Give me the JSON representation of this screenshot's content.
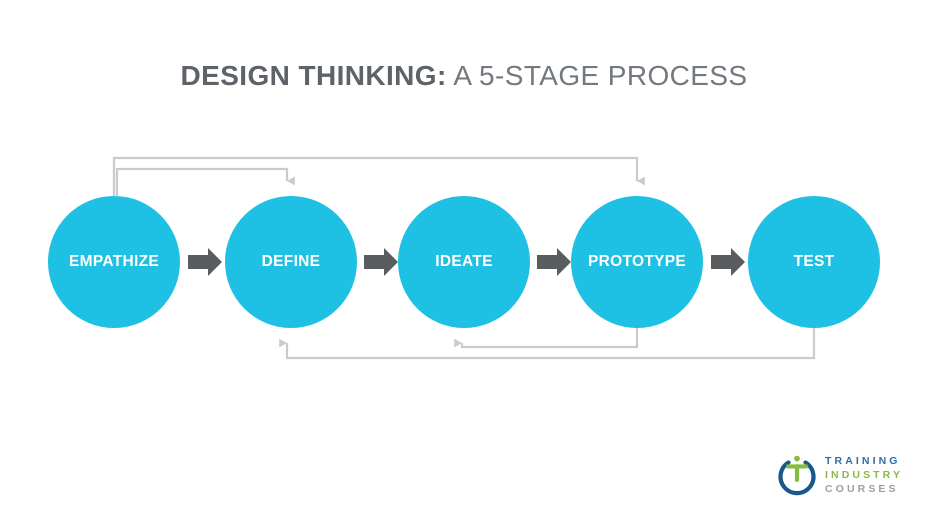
{
  "title": {
    "strong": "DESIGN THINKING:",
    "light": " A 5-STAGE PROCESS"
  },
  "colors": {
    "stage_fill": "#1ec0e4",
    "stage_text": "#ffffff",
    "arrow": "#595d5f",
    "loop_line": "#c9cbcc",
    "title_bold": "#5d6368",
    "title_light": "#73797e",
    "logo_blue": "#2e6da4",
    "logo_green": "#86bc42",
    "logo_gray": "#9aa0a6",
    "background": "#ffffff"
  },
  "stages": [
    {
      "index": 1,
      "label": "EMPATHIZE"
    },
    {
      "index": 2,
      "label": "DEFINE"
    },
    {
      "index": 3,
      "label": "IDEATE"
    },
    {
      "index": 4,
      "label": "PROTOTYPE"
    },
    {
      "index": 5,
      "label": "TEST"
    }
  ],
  "forward_arrows": [
    {
      "from": "EMPATHIZE",
      "to": "DEFINE"
    },
    {
      "from": "DEFINE",
      "to": "IDEATE"
    },
    {
      "from": "IDEATE",
      "to": "PROTOTYPE"
    },
    {
      "from": "PROTOTYPE",
      "to": "TEST"
    }
  ],
  "feedback_loops": [
    {
      "position": "top",
      "from": "EMPATHIZE",
      "to": "DEFINE"
    },
    {
      "position": "top",
      "from": "EMPATHIZE",
      "to": "PROTOTYPE"
    },
    {
      "position": "bottom",
      "from": "PROTOTYPE",
      "to": "IDEATE"
    },
    {
      "position": "bottom",
      "from": "TEST",
      "to": "DEFINE"
    }
  ],
  "logo": {
    "line1": "TRAINING",
    "line2": "INDUSTRY",
    "line3": "COURSES",
    "mark": "figure-in-open-circle"
  }
}
